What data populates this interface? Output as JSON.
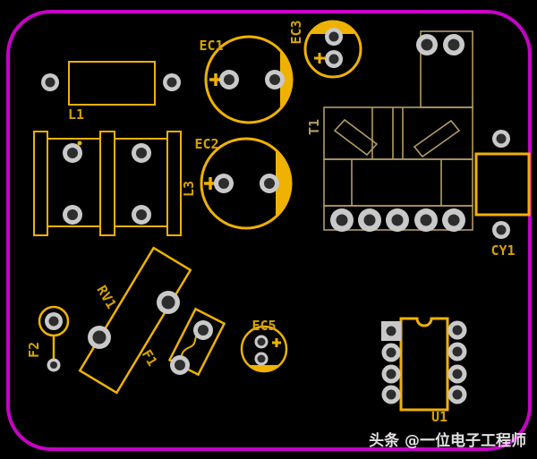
{
  "colors": {
    "background": "#000000",
    "board_outline": "#c603c6",
    "silkscreen": "#efb200",
    "label": "#d7a202",
    "transformer": "#b39b63",
    "pad_ring": "#c9c9c9",
    "pad_hole": "#2d2d2d",
    "watermark": "#e2e2e2"
  },
  "components": {
    "l1": {
      "label": "L1"
    },
    "ec1": {
      "label": "EC1"
    },
    "ec2": {
      "label": "EC2"
    },
    "ec3": {
      "label": "EC3"
    },
    "l3": {
      "label": "L3"
    },
    "t1": {
      "label": "T1"
    },
    "cy1": {
      "label": "CY1"
    },
    "rv1": {
      "label": "RV1"
    },
    "f1": {
      "label": "F1"
    },
    "f2": {
      "label": "F2"
    },
    "ec5": {
      "label": "EC5"
    },
    "u1": {
      "label": "U1"
    }
  },
  "icons": {
    "polarity_plus": "+",
    "pin1_dot": "dot",
    "pin1_notch": "semicircle-notch"
  },
  "watermark": {
    "text": "头条 @一位电子工程师"
  }
}
